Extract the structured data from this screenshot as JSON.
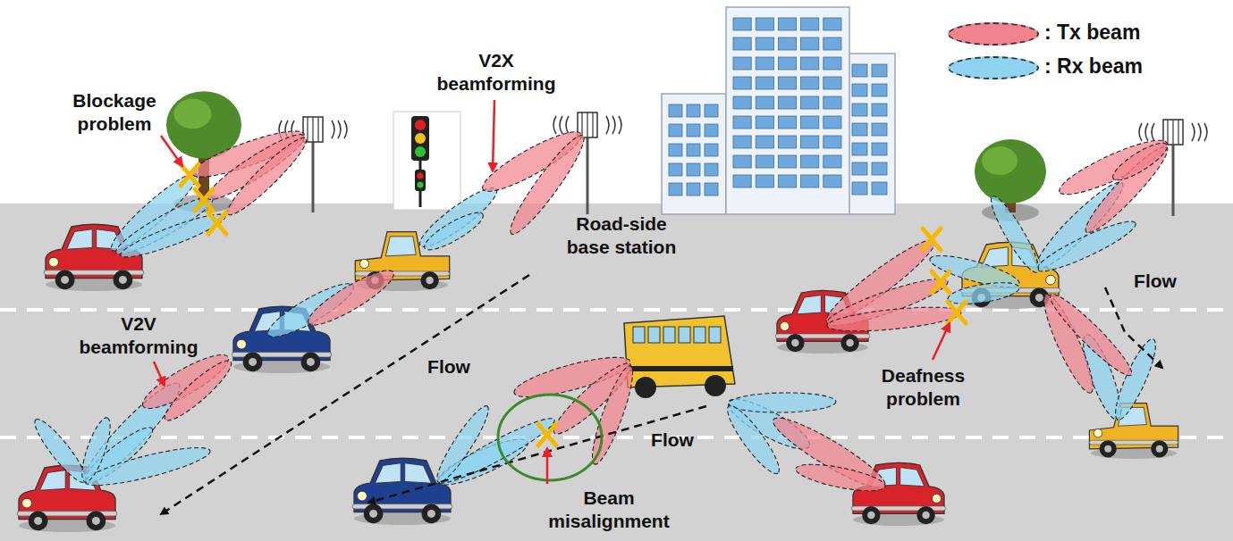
{
  "diagram": {
    "labels": [
      "Blockage problem",
      "V2X beamforming",
      "Road-side base station",
      "V2V beamforming",
      "Flow",
      "Flow",
      "Flow",
      "Deafness problem",
      "Beam misalignment"
    ],
    "legend": [
      {
        "text": ": Tx beam",
        "color": "#f2838e"
      },
      {
        "text": ": Rx beam",
        "color": "#8ed4f1"
      }
    ]
  }
}
